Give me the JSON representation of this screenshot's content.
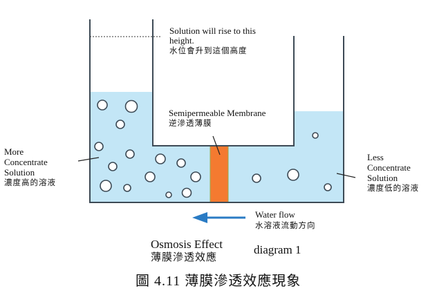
{
  "labels": {
    "rise_en_1": "Solution will rise to this",
    "rise_en_2": "height.",
    "rise_zh": "水位會升到這個高度",
    "membrane_en": "Semipermeable Membrane",
    "membrane_zh": "逆滲透薄膜",
    "more_1": "More",
    "more_2": "Concentrate",
    "more_3": "Solution",
    "more_zh": "濃度高的溶液",
    "less_1": "Less",
    "less_2": "Concentrate",
    "less_3": "Solution",
    "less_zh": "濃度低的溶液",
    "flow_en": "Water flow",
    "flow_zh": "水溶液流動方向",
    "osmosis_en": "Osmosis Effect",
    "osmosis_zh": "薄膜滲透效應",
    "diagram": "diagram 1",
    "caption": "圖 4.11  薄膜滲透效應現象"
  },
  "colors": {
    "water": "#c3e6f6",
    "membrane": "#f47a30",
    "arrow": "#2a7bc4",
    "outline": "#3d4a55"
  }
}
